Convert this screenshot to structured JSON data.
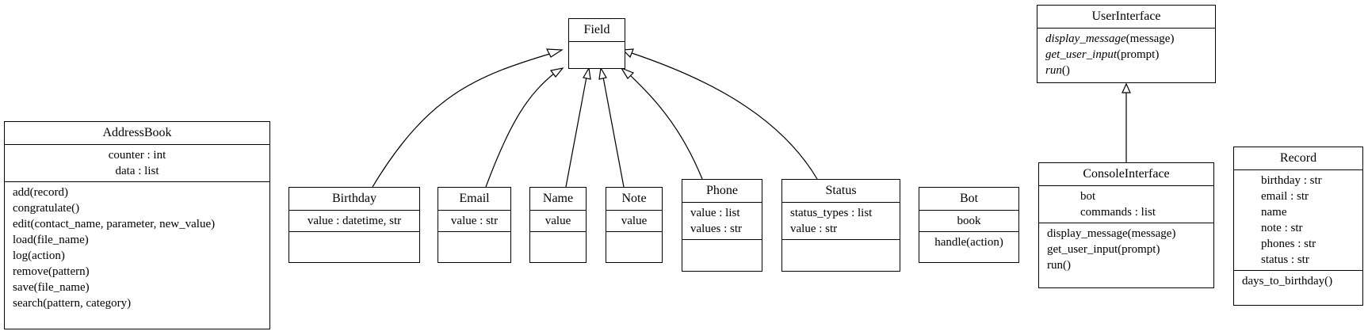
{
  "classes": {
    "field": {
      "name": "Field"
    },
    "userinterface": {
      "name": "UserInterface",
      "methods": [
        {
          "name": "display_message",
          "args": "(message)"
        },
        {
          "name": "get_user_input",
          "args": "(prompt)"
        },
        {
          "name": "run",
          "args": "()"
        }
      ]
    },
    "addressbook": {
      "name": "AddressBook",
      "attributes": [
        "counter : int",
        "data : list"
      ],
      "methods": [
        "add(record)",
        "congratulate()",
        "edit(contact_name, parameter, new_value)",
        "load(file_name)",
        "log(action)",
        "remove(pattern)",
        "save(file_name)",
        "search(pattern, category)"
      ]
    },
    "birthday": {
      "name": "Birthday",
      "attributes": [
        "value : datetime, str"
      ]
    },
    "email": {
      "name": "Email",
      "attributes": [
        "value : str"
      ]
    },
    "name": {
      "name": "Name",
      "attributes": [
        "value"
      ]
    },
    "note": {
      "name": "Note",
      "attributes": [
        "value"
      ]
    },
    "phone": {
      "name": "Phone",
      "attributes": [
        "value : list",
        "values : str"
      ]
    },
    "status": {
      "name": "Status",
      "attributes": [
        "status_types : list",
        "value : str"
      ]
    },
    "bot": {
      "name": "Bot",
      "attributes": [
        "book"
      ],
      "methods": [
        "handle(action)"
      ]
    },
    "consoleinterface": {
      "name": "ConsoleInterface",
      "attributes": [
        "bot",
        "commands : list"
      ],
      "methods": [
        "display_message(message)",
        "get_user_input(prompt)",
        "run()"
      ]
    },
    "record": {
      "name": "Record",
      "attributes": [
        "birthday : str",
        "email : str",
        "name",
        "note : str",
        "phones : str",
        "status : str"
      ],
      "methods": [
        "days_to_birthday()"
      ]
    }
  },
  "relations": [
    {
      "type": "inheritance",
      "from": "Birthday",
      "to": "Field"
    },
    {
      "type": "inheritance",
      "from": "Email",
      "to": "Field"
    },
    {
      "type": "inheritance",
      "from": "Name",
      "to": "Field"
    },
    {
      "type": "inheritance",
      "from": "Note",
      "to": "Field"
    },
    {
      "type": "inheritance",
      "from": "Phone",
      "to": "Field"
    },
    {
      "type": "inheritance",
      "from": "Status",
      "to": "Field"
    },
    {
      "type": "inheritance",
      "from": "ConsoleInterface",
      "to": "UserInterface"
    }
  ]
}
